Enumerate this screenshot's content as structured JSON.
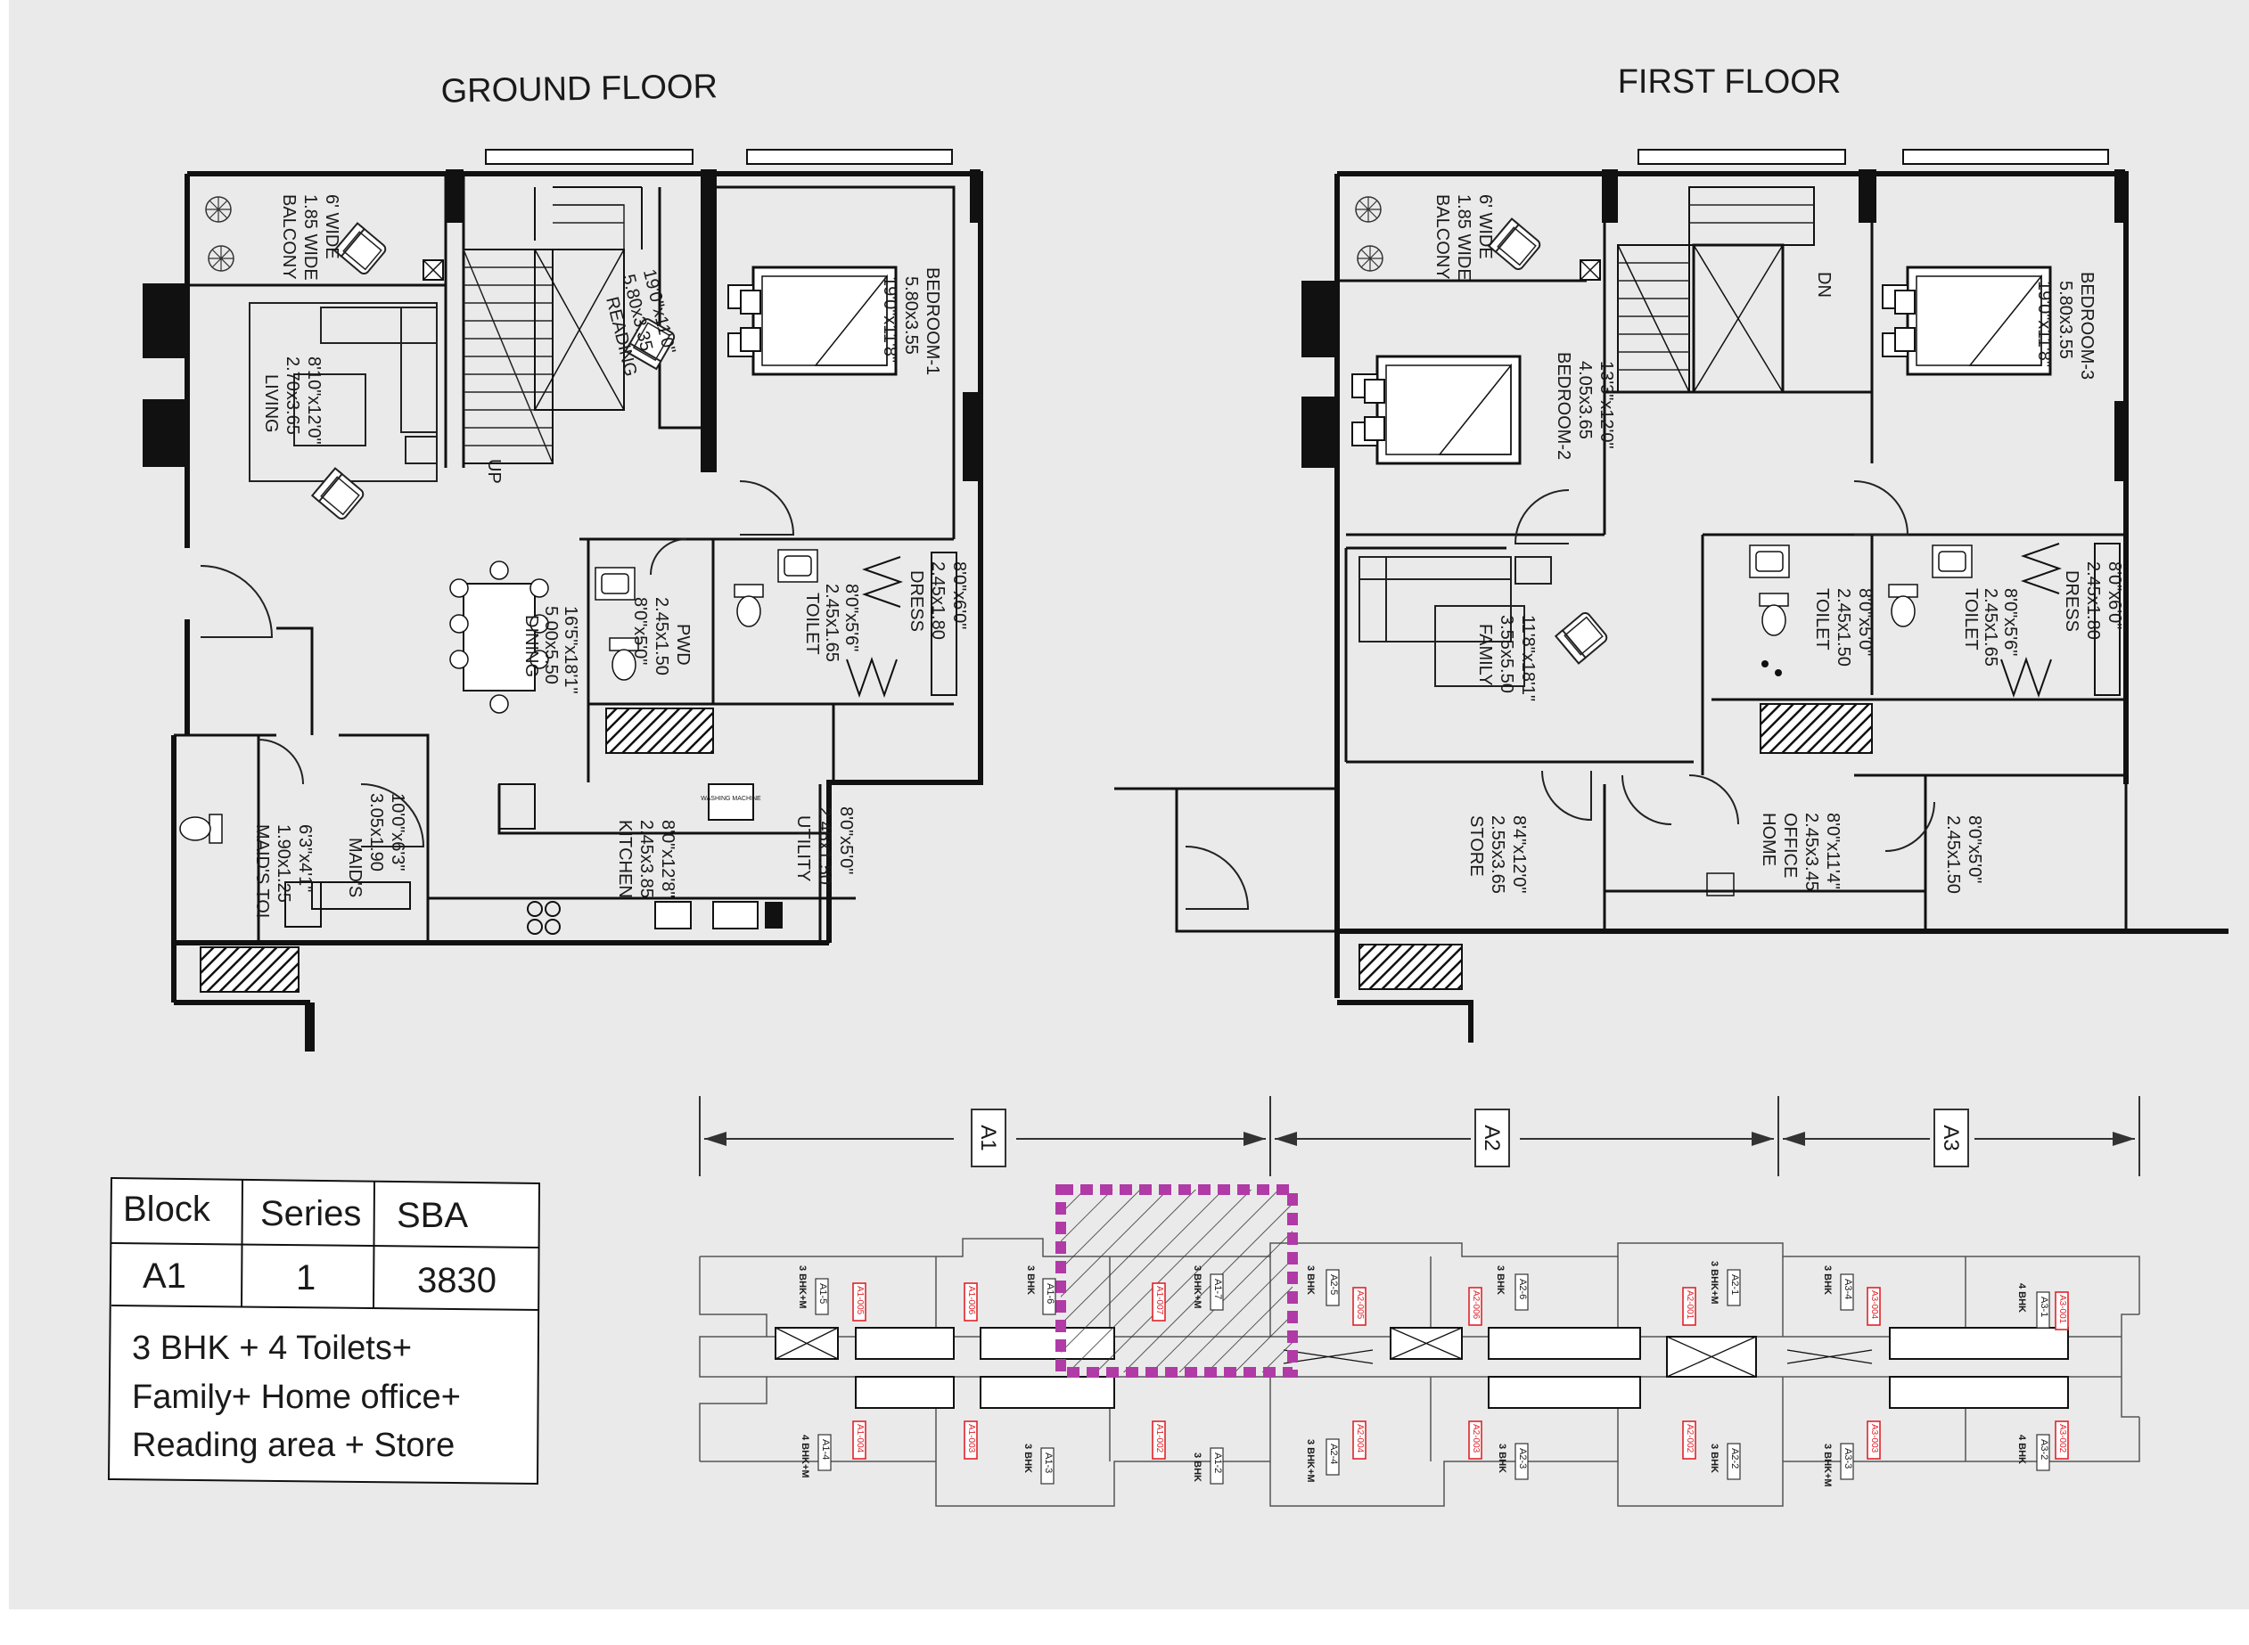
{
  "colors": {
    "background": "#ebeaea",
    "wall": "#111111",
    "highlight": "#b03aa6",
    "unit_tag": "#e0232a"
  },
  "floors": {
    "ground": {
      "title": "GROUND FLOOR",
      "rooms": {
        "balcony": [
          "BALCONY",
          "1.85 WIDE",
          "6' WIDE"
        ],
        "living": [
          "LIVING",
          "2.70x3.65",
          "8'10\"x12'0\""
        ],
        "reading": [
          "READING",
          "5.80x3.35",
          "19'0\"x11'0\""
        ],
        "bedroom1": [
          "BEDROOM-1",
          "5.80x3.55",
          "19'0\"x11'8\""
        ],
        "dining": [
          "DINING",
          "5.00x5.50",
          "16'5\"x18'1\""
        ],
        "pwd": [
          "PWD",
          "2.45x1.50",
          "8'0\"x5'0\""
        ],
        "toilet": [
          "TOILET",
          "2.45x1.65",
          "8'0\"x5'6\""
        ],
        "dress": [
          "DRESS",
          "2.45x1.80",
          "8'0\"x6'0\""
        ],
        "maids": [
          "MAID'S",
          "3.05x1.90",
          "10'0\"x6'3\""
        ],
        "maids_toi": [
          "MAID'S TOI",
          "1.90x1.25",
          "6'3\"x4'1\""
        ],
        "kitchen": [
          "KITCHEN",
          "2.45x3.85",
          "8'0\"x12'8\""
        ],
        "utility": [
          "UTILITY",
          "2.45x1.50",
          "8'0\"x5'0\""
        ],
        "up": "UP",
        "machine": "WASHING MACHINE"
      }
    },
    "first": {
      "title": "FIRST FLOOR",
      "rooms": {
        "balcony": [
          "BALCONY",
          "1.85 WIDE",
          "6' WIDE"
        ],
        "bedroom2": [
          "BEDROOM-2",
          "4.05x3.65",
          "13'3\"x12'0\""
        ],
        "bedroom3": [
          "BEDROOM-3",
          "5.80x3.55",
          "19'0\"x11'8\""
        ],
        "family": [
          "FAMILY",
          "3.55x5.50",
          "11'8\"x18'1\""
        ],
        "toilet_a": [
          "TOILET",
          "2.45x1.50",
          "8'0\"x5'0\""
        ],
        "toilet_b": [
          "TOILET",
          "2.45x1.65",
          "8'0\"x5'6\""
        ],
        "dress": [
          "DRESS",
          "2.45x1.80",
          "8'0\"x6'0\""
        ],
        "store": [
          "STORE",
          "2.55x3.65",
          "8'4\"x12'0\""
        ],
        "home_office": [
          "HOME",
          "OFFICE",
          "2.45x3.45",
          "8'0\"x11'4\""
        ],
        "small": [
          "2.45x1.50",
          "8'0\"x5'0\""
        ],
        "dn": "DN"
      }
    }
  },
  "table": {
    "headers": [
      "Block",
      "Series",
      "SBA"
    ],
    "row": [
      "A1",
      "1",
      "3830"
    ],
    "description": [
      "3 BHK + 4 Toilets+",
      "Family+ Home office+",
      "Reading area + Store"
    ]
  },
  "key_plan": {
    "blocks": [
      "A1",
      "A2",
      "A3"
    ],
    "upper_labels": [
      {
        "tag": "A1-5",
        "type": "3 BHK+M"
      },
      {
        "tag": "A1-6",
        "type": "3 BHK"
      },
      {
        "tag": "A1-7",
        "type": "3 BHK+M"
      },
      {
        "tag": "A2-5",
        "type": "3 BHK"
      },
      {
        "tag": "A2-6",
        "type": "3 BHK"
      },
      {
        "tag": "A2-1",
        "type": "3 BHK+M"
      },
      {
        "tag": "A3-4",
        "type": "3 BHK"
      },
      {
        "tag": "A3-1",
        "type": "4 BHK"
      }
    ],
    "lower_labels": [
      {
        "tag": "A1-4",
        "type": "4 BHK+M"
      },
      {
        "tag": "A1-3",
        "type": "3 BHK"
      },
      {
        "tag": "A1-2",
        "type": "3 BHK"
      },
      {
        "tag": "A2-4",
        "type": "3 BHK+M"
      },
      {
        "tag": "A2-3",
        "type": "3 BHK"
      },
      {
        "tag": "A2-2",
        "type": "3 BHK"
      },
      {
        "tag": "A3-3",
        "type": "3 BHK+M"
      },
      {
        "tag": "A3-2",
        "type": "4 BHK"
      }
    ],
    "upper_codes": [
      "A1-005",
      "A1-006",
      "A1-007",
      "A2-005",
      "A2-006",
      "A2-001",
      "A3-004",
      "A3-001"
    ],
    "lower_codes": [
      "A1-004",
      "A1-003",
      "A1-002",
      "A2-004",
      "A2-003",
      "A2-002",
      "A3-003",
      "A3-002"
    ]
  }
}
